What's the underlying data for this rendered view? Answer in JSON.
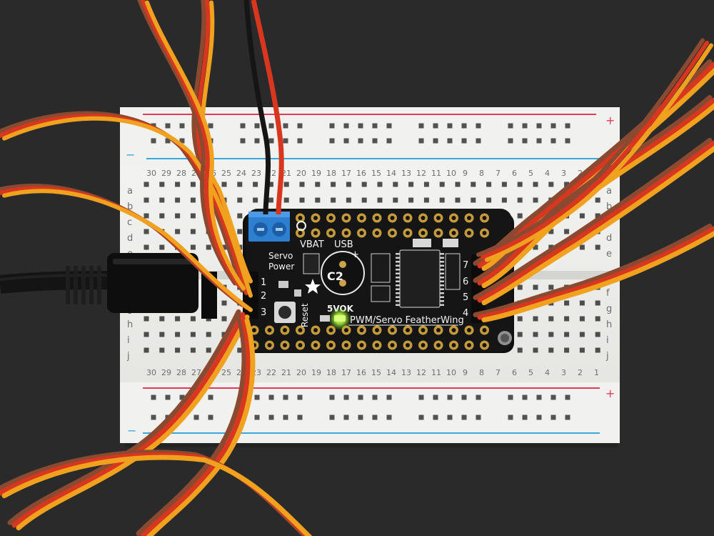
{
  "colors": {
    "background": "#2a2a2b",
    "breadboard": "#eeeeec",
    "pcb": "#151515",
    "rail_red": "#e03a5a",
    "rail_blue": "#3aa7d9",
    "terminal_block": "#2f7fd1",
    "wire_brown": "#8a4a32",
    "wire_red": "#d8361e",
    "wire_orange": "#f0a11e",
    "led_green": "#c8ff5a"
  },
  "breadboard": {
    "rail_top_plus": "+",
    "rail_top_minus": "−",
    "rail_bottom_plus": "+",
    "rail_bottom_minus": "−",
    "column_numbers": [
      "30",
      "29",
      "28",
      "27",
      "26",
      "25",
      "24",
      "23",
      "22",
      "21",
      "20",
      "19",
      "18",
      "17",
      "16",
      "15",
      "14",
      "13",
      "12",
      "11",
      "10",
      "9",
      "8",
      "7",
      "6",
      "5",
      "4",
      "3",
      "2",
      "1"
    ],
    "row_letters_top": [
      "a",
      "b",
      "c",
      "d",
      "e"
    ],
    "row_letters_bottom": [
      "f",
      "g",
      "h",
      "i",
      "j"
    ]
  },
  "board": {
    "name": "PWM/Servo FeatherWing",
    "vbat": "VBAT",
    "usb": "USB",
    "servo": "Servo",
    "power": "Power",
    "c2": "C2",
    "plus": "+",
    "reset": "Reset",
    "status": "5VOK",
    "ch_left": [
      "1",
      "2",
      "3"
    ],
    "ch_right": [
      "7",
      "6",
      "5",
      "4"
    ]
  }
}
